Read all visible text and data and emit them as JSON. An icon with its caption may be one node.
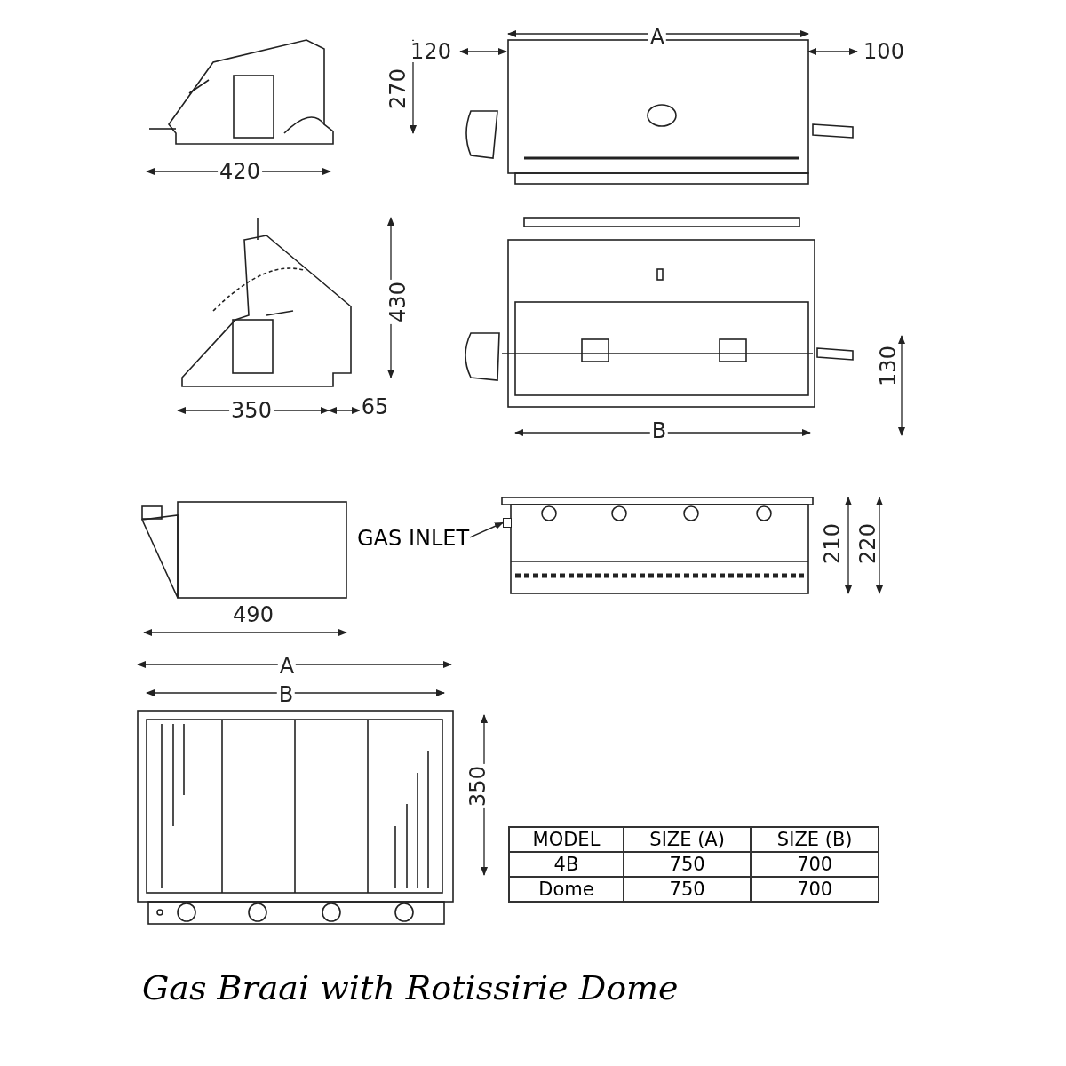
{
  "diagram": {
    "title": "Gas Braai with Rotissirie Dome",
    "nodes": [
      {
        "text": [
          "GAS INLET"
        ]
      },
      {
        "text": [],
        "shape": "box"
      }
    ],
    "edges": [
      {
        "from": 0,
        "to": 1,
        "arrow": "to"
      }
    ],
    "labels": [
      "120",
      "A",
      "100",
      "270",
      "420",
      "430",
      "350",
      "65",
      "130",
      "B",
      "210",
      "220",
      "490",
      "A",
      "B",
      "350",
      "MODEL",
      "SIZE (A)",
      "SIZE (B)",
      "4B",
      "750",
      "700",
      "Dome",
      "750",
      "700"
    ]
  }
}
